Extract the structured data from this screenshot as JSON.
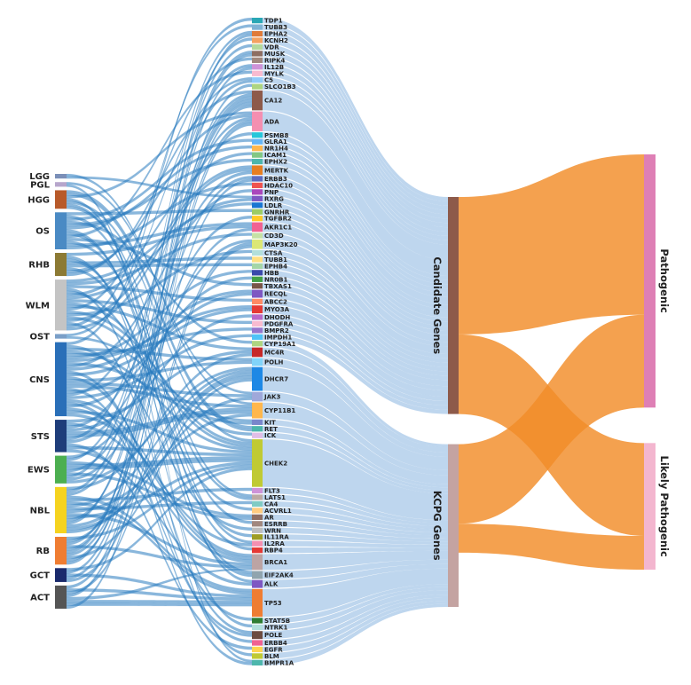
{
  "chart_data": {
    "type": "sankey",
    "title": "",
    "colors": {
      "flow_cancer_gene": "#2a7bbf",
      "flow_gene_group": "#a8c8e8",
      "flow_group_class": "#f28c28"
    },
    "cancers": [
      {
        "name": "LGG",
        "size": 1.0,
        "color": "#7b8fb8"
      },
      {
        "name": "PGL",
        "size": 1.0,
        "color": "#b7a6cc"
      },
      {
        "name": "HGG",
        "size": 4.0,
        "color": "#b85a2a"
      },
      {
        "name": "OS",
        "size": 8.0,
        "color": "#4a8ac4"
      },
      {
        "name": "RHB",
        "size": 5.0,
        "color": "#8c7a34"
      },
      {
        "name": "WLM",
        "size": 11.0,
        "color": "#c4c4c4"
      },
      {
        "name": "OST",
        "size": 1.0,
        "color": "#7a9fc8"
      },
      {
        "name": "CNS",
        "size": 16.0,
        "color": "#2a6fb8"
      },
      {
        "name": "STS",
        "size": 7.0,
        "color": "#1e3d7a"
      },
      {
        "name": "EWS",
        "size": 6.0,
        "color": "#4caf50"
      },
      {
        "name": "NBL",
        "size": 10.0,
        "color": "#f5d31f"
      },
      {
        "name": "RB",
        "size": 6.0,
        "color": "#ef7d32"
      },
      {
        "name": "GCT",
        "size": 3.0,
        "color": "#1a2a6c"
      },
      {
        "name": "ACT",
        "size": 5.0,
        "color": "#555555"
      }
    ],
    "genes": [
      {
        "name": "TDP1",
        "size": 0.7,
        "color": "#2aa7b5"
      },
      {
        "name": "TUBB3",
        "size": 0.7,
        "color": "#7fb3d5"
      },
      {
        "name": "EPHA2",
        "size": 0.7,
        "color": "#e07b39"
      },
      {
        "name": "KCNH2",
        "size": 0.7,
        "color": "#f4a261"
      },
      {
        "name": "VDR",
        "size": 0.7,
        "color": "#b5d99c"
      },
      {
        "name": "MUSK",
        "size": 0.7,
        "color": "#8d6e63"
      },
      {
        "name": "RIPK4",
        "size": 0.7,
        "color": "#a1887f"
      },
      {
        "name": "IL12B",
        "size": 0.7,
        "color": "#ce93d8"
      },
      {
        "name": "MYLK",
        "size": 0.7,
        "color": "#f8bbd0"
      },
      {
        "name": "C5",
        "size": 0.7,
        "color": "#90caf9"
      },
      {
        "name": "SLCO1B3",
        "size": 0.7,
        "color": "#aed581"
      },
      {
        "name": "CA12",
        "size": 2.5,
        "color": "#8d5a4a"
      },
      {
        "name": "ADA",
        "size": 2.5,
        "color": "#f48fb1"
      },
      {
        "name": "PSMB8",
        "size": 0.7,
        "color": "#26c6da"
      },
      {
        "name": "GLRA1",
        "size": 0.7,
        "color": "#64b5f6"
      },
      {
        "name": "NR1H4",
        "size": 0.7,
        "color": "#ffb74d"
      },
      {
        "name": "ICAM1",
        "size": 0.7,
        "color": "#81c784"
      },
      {
        "name": "EPHX2",
        "size": 0.7,
        "color": "#4db6ac"
      },
      {
        "name": "MERTK",
        "size": 1.2,
        "color": "#e67e22"
      },
      {
        "name": "ERBB3",
        "size": 0.7,
        "color": "#5c6bc0"
      },
      {
        "name": "HDAC10",
        "size": 0.7,
        "color": "#ef5350"
      },
      {
        "name": "PNP",
        "size": 0.7,
        "color": "#ab47bc"
      },
      {
        "name": "RXRG",
        "size": 0.7,
        "color": "#7e57c2"
      },
      {
        "name": "LDLR",
        "size": 0.7,
        "color": "#1976d2"
      },
      {
        "name": "GNRHR",
        "size": 0.7,
        "color": "#9ccc65"
      },
      {
        "name": "TGFBR2",
        "size": 0.7,
        "color": "#ffca28"
      },
      {
        "name": "AKR1C1",
        "size": 1.2,
        "color": "#f06292"
      },
      {
        "name": "CD3D",
        "size": 0.7,
        "color": "#c5e1a5"
      },
      {
        "name": "MAP3K20",
        "size": 1.2,
        "color": "#dce775"
      },
      {
        "name": "CTSA",
        "size": 0.7,
        "color": "#b2dfdb"
      },
      {
        "name": "TUBB1",
        "size": 0.7,
        "color": "#ffe082"
      },
      {
        "name": "EPHB4",
        "size": 0.7,
        "color": "#a5d6a7"
      },
      {
        "name": "HBB",
        "size": 0.7,
        "color": "#3949ab"
      },
      {
        "name": "NR0B1",
        "size": 0.7,
        "color": "#43a047"
      },
      {
        "name": "TBXAS1",
        "size": 0.7,
        "color": "#795548"
      },
      {
        "name": "RECQL",
        "size": 1.0,
        "color": "#7e57c2"
      },
      {
        "name": "ABCC2",
        "size": 0.7,
        "color": "#ff8a65"
      },
      {
        "name": "MYO3A",
        "size": 1.0,
        "color": "#e53935"
      },
      {
        "name": "DHODH",
        "size": 0.7,
        "color": "#ba68c8"
      },
      {
        "name": "PDGFRA",
        "size": 0.7,
        "color": "#f8bbd0"
      },
      {
        "name": "BMPR2",
        "size": 0.7,
        "color": "#9575cd"
      },
      {
        "name": "IMPDH1",
        "size": 0.7,
        "color": "#4fc3f7"
      },
      {
        "name": "CYP19A1",
        "size": 0.7,
        "color": "#aed581"
      },
      {
        "name": "MC4R",
        "size": 1.2,
        "color": "#c62828"
      },
      {
        "name": "POLH",
        "size": 1.0,
        "color": "#81d4fa"
      },
      {
        "name": "DHCR7",
        "size": 3.0,
        "color": "#1e88e5"
      },
      {
        "name": "JAK3",
        "size": 1.2,
        "color": "#9fa8da"
      },
      {
        "name": "CYP11B1",
        "size": 2.0,
        "color": "#ffb74d"
      },
      {
        "name": "KIT",
        "size": 0.7,
        "color": "#7986cb"
      },
      {
        "name": "RET",
        "size": 0.7,
        "color": "#4db6ac"
      },
      {
        "name": "ICK",
        "size": 0.7,
        "color": "#e1bee7"
      },
      {
        "name": "CHEK2",
        "size": 6.0,
        "color": "#c0ca33"
      },
      {
        "name": "FLT3",
        "size": 0.7,
        "color": "#ce93d8"
      },
      {
        "name": "LATS1",
        "size": 0.7,
        "color": "#bcaaa4"
      },
      {
        "name": "CA4",
        "size": 0.7,
        "color": "#80cbc4"
      },
      {
        "name": "ACVRL1",
        "size": 0.7,
        "color": "#ffcc80"
      },
      {
        "name": "AR",
        "size": 0.7,
        "color": "#8d6e63"
      },
      {
        "name": "ESRRB",
        "size": 0.7,
        "color": "#a1887f"
      },
      {
        "name": "WRN",
        "size": 0.7,
        "color": "#bdbdbd"
      },
      {
        "name": "IL11RA",
        "size": 0.7,
        "color": "#9e9d24"
      },
      {
        "name": "IL2RA",
        "size": 0.7,
        "color": "#f48fb1"
      },
      {
        "name": "RBP4",
        "size": 0.7,
        "color": "#e53935"
      },
      {
        "name": "BRCA1",
        "size": 2.0,
        "color": "#bca4a4"
      },
      {
        "name": "EIF2AK4",
        "size": 1.0,
        "color": "#90a4ae"
      },
      {
        "name": "ALK",
        "size": 1.0,
        "color": "#7e57c2"
      },
      {
        "name": "TP53",
        "size": 3.5,
        "color": "#ef7d32"
      },
      {
        "name": "STAT5B",
        "size": 0.7,
        "color": "#2e7d32"
      },
      {
        "name": "NTRK1",
        "size": 0.7,
        "color": "#b2dfdb"
      },
      {
        "name": "POLE",
        "size": 1.0,
        "color": "#6d4c41"
      },
      {
        "name": "ERBB4",
        "size": 0.7,
        "color": "#f06292"
      },
      {
        "name": "EGFR",
        "size": 0.7,
        "color": "#ffd54f"
      },
      {
        "name": "BLM",
        "size": 0.7,
        "color": "#c0ca33"
      },
      {
        "name": "BMPR1A",
        "size": 0.7,
        "color": "#4db6ac"
      }
    ],
    "groups": [
      {
        "name": "Candidate Genes",
        "size": 60,
        "color": "#8d5a4a"
      },
      {
        "name": "KCPG Genes",
        "size": 45,
        "color": "#c4a3a1"
      }
    ],
    "classes": [
      {
        "name": "Pathogenic",
        "size": 60,
        "color": "#de7fb5"
      },
      {
        "name": "Likely Pathogenic",
        "size": 30,
        "color": "#f3b6cf"
      }
    ],
    "group_class_links": [
      {
        "source": "Candidate Genes",
        "target": "Pathogenic",
        "value": 38
      },
      {
        "source": "Candidate Genes",
        "target": "Likely Pathogenic",
        "value": 22
      },
      {
        "source": "KCPG Genes",
        "target": "Pathogenic",
        "value": 22
      },
      {
        "source": "KCPG Genes",
        "target": "Likely Pathogenic",
        "value": 8
      }
    ]
  }
}
